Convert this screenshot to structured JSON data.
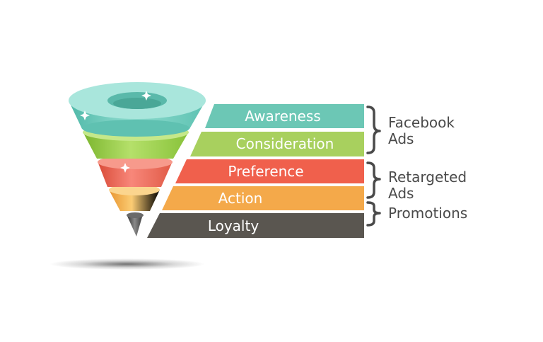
{
  "stages": [
    {
      "label": "Awareness",
      "color": "#6cc7b5"
    },
    {
      "label": "Consideration",
      "color": "#a8d05e"
    },
    {
      "label": "Preference",
      "color": "#f0604c"
    },
    {
      "label": "Action",
      "color": "#f4a94a"
    },
    {
      "label": "Loyalty",
      "color": "#5a5650"
    }
  ],
  "groups": [
    {
      "line1": "Facebook",
      "line2": "Ads"
    },
    {
      "line1": "Retargeted",
      "line2": "Ads"
    },
    {
      "line1": "Promotions",
      "line2": ""
    }
  ],
  "funnel_colors": {
    "teal": "#7fd3c6",
    "green": "#9fd04a",
    "red": "#ef6a55",
    "orange": "#f6b44e",
    "dark": "#4a4a4a"
  }
}
